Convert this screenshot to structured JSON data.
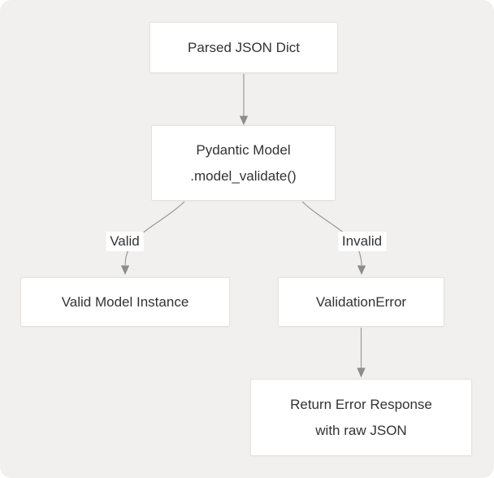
{
  "diagram": {
    "type": "flowchart",
    "direction": "top-down",
    "nodes": [
      {
        "id": "parsed-json-dict",
        "lines": [
          "Parsed JSON Dict"
        ]
      },
      {
        "id": "pydantic-model",
        "lines": [
          "Pydantic Model",
          ".model_validate()"
        ]
      },
      {
        "id": "valid-model-instance",
        "lines": [
          "Valid Model Instance"
        ]
      },
      {
        "id": "validation-error",
        "lines": [
          "ValidationError"
        ]
      },
      {
        "id": "return-error-response",
        "lines": [
          "Return Error Response",
          "with raw JSON"
        ]
      }
    ],
    "edges": [
      {
        "from": "parsed-json-dict",
        "to": "pydantic-model",
        "label": ""
      },
      {
        "from": "pydantic-model",
        "to": "valid-model-instance",
        "label": "Valid"
      },
      {
        "from": "pydantic-model",
        "to": "validation-error",
        "label": "Invalid"
      },
      {
        "from": "validation-error",
        "to": "return-error-response",
        "label": ""
      }
    ]
  },
  "theme": {
    "page_bg": "#ffffff",
    "canvas_bg": "#f1f0ee",
    "node_bg": "#ffffff",
    "node_border": "#e3e2e0",
    "edge_color": "#999999",
    "arrow_color": "#8c8c8c",
    "text_color": "#333333",
    "label_bg": "#ffffff"
  }
}
